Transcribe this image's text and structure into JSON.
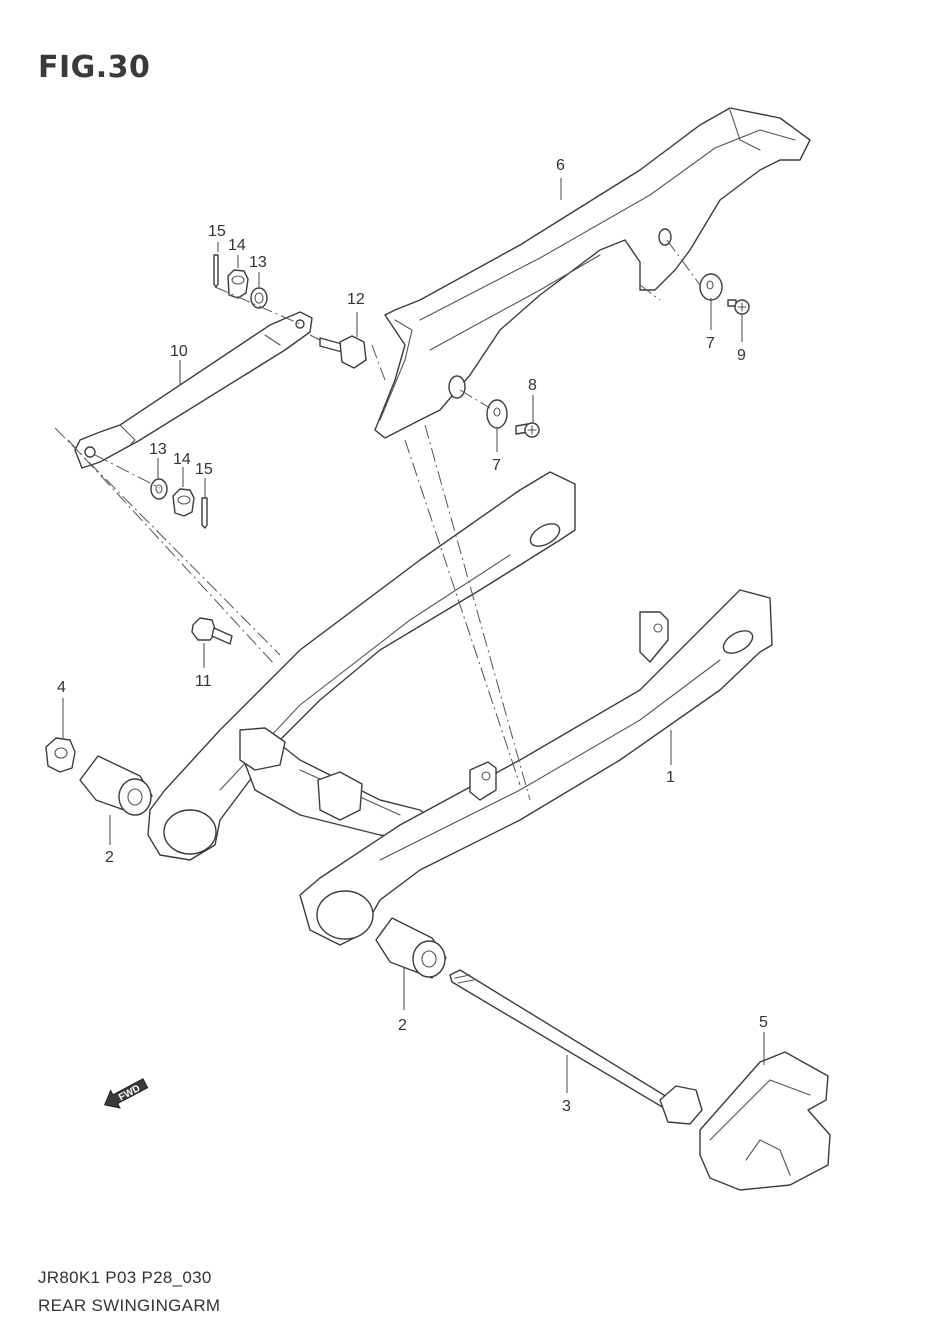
{
  "figure": {
    "title": "FIG.30"
  },
  "callouts": {
    "c1": "1",
    "c2a": "2",
    "c2b": "2",
    "c3": "3",
    "c4": "4",
    "c5": "5",
    "c6": "6",
    "c7a": "7",
    "c7b": "7",
    "c8": "8",
    "c9": "9",
    "c10": "10",
    "c11": "11",
    "c12": "12",
    "c13a": "13",
    "c13b": "13",
    "c14a": "14",
    "c14b": "14",
    "c15a": "15",
    "c15b": "15"
  },
  "direction_marker": {
    "label": "FWD"
  },
  "footer": {
    "code": "JR80K1 P03 P28_030",
    "name": "REAR SWINGINGARM"
  }
}
